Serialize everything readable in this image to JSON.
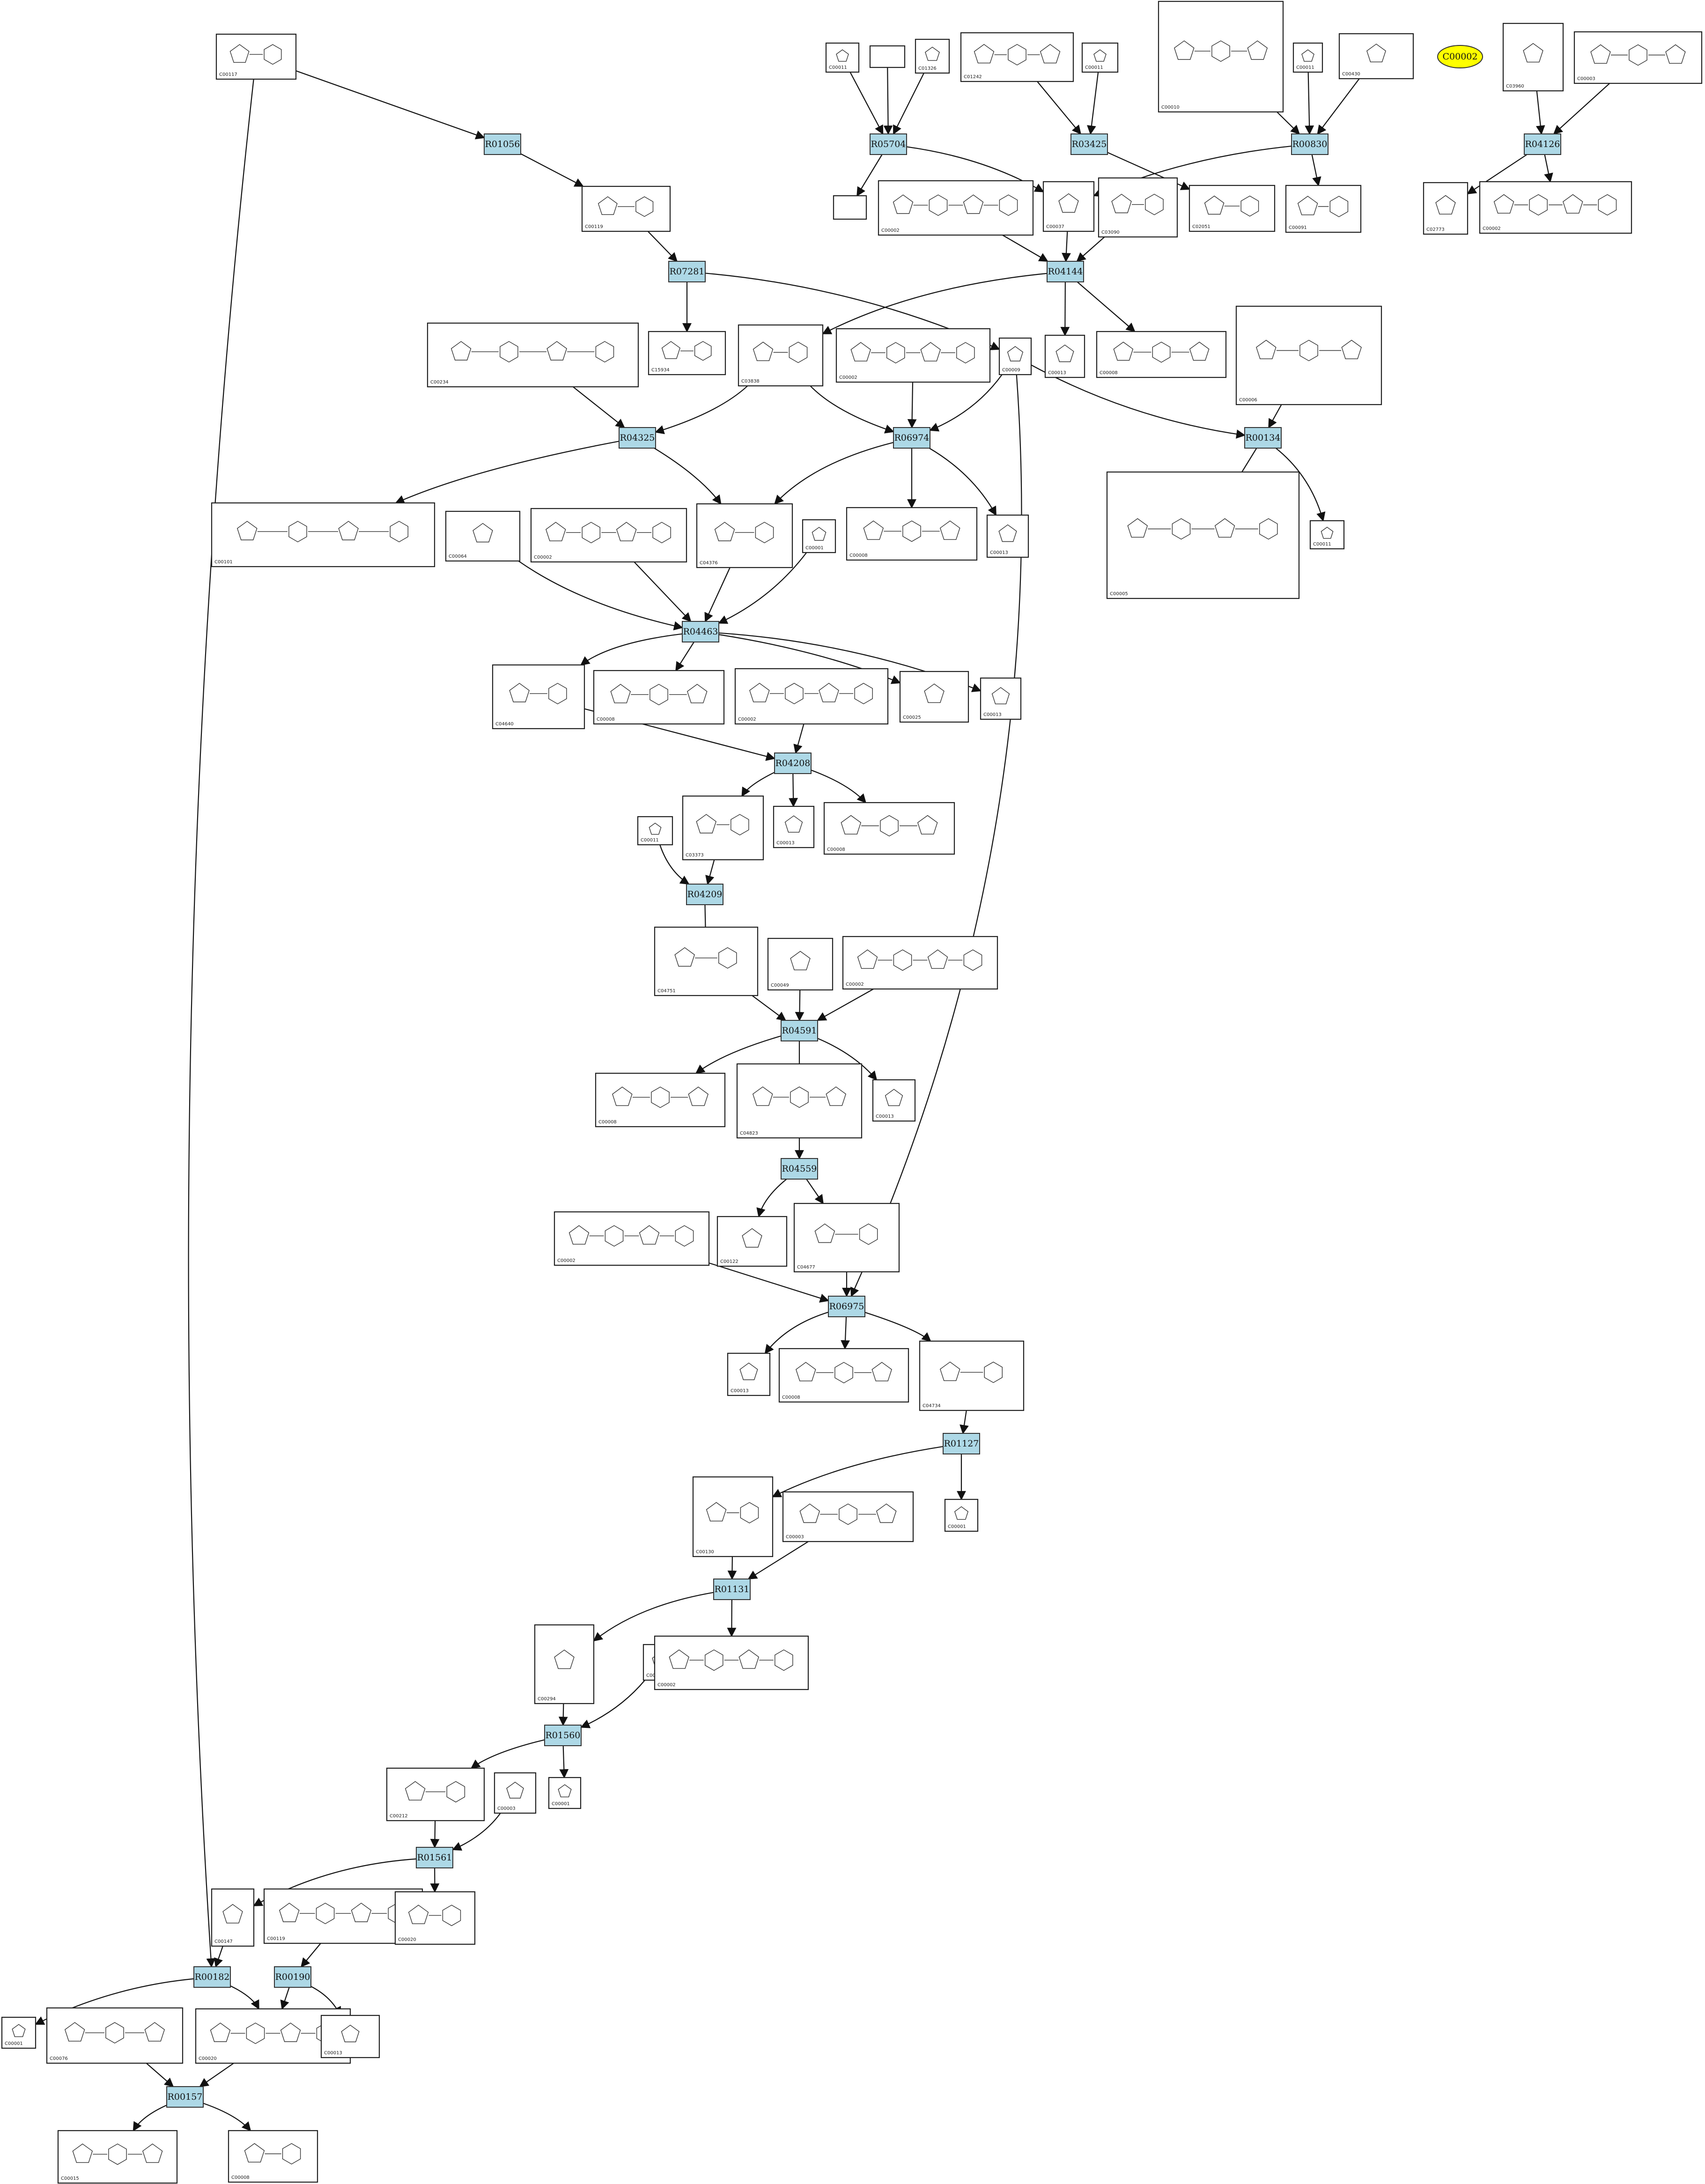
{
  "diagram": {
    "reactions": [
      {
        "key": "R01056",
        "label": "R01056"
      },
      {
        "key": "R05704",
        "label": "R05704"
      },
      {
        "key": "R03425",
        "label": "R03425"
      },
      {
        "key": "R00830",
        "label": "R00830"
      },
      {
        "key": "R04126",
        "label": "R04126"
      },
      {
        "key": "R07281",
        "label": "R07281"
      },
      {
        "key": "R04144",
        "label": "R04144"
      },
      {
        "key": "R04325",
        "label": "R04325"
      },
      {
        "key": "R06974",
        "label": "R06974"
      },
      {
        "key": "R00134",
        "label": "R00134"
      },
      {
        "key": "R04463",
        "label": "R04463"
      },
      {
        "key": "R04208",
        "label": "R04208"
      },
      {
        "key": "R04209",
        "label": "R04209"
      },
      {
        "key": "R04591",
        "label": "R04591"
      },
      {
        "key": "R04559",
        "label": "R04559"
      },
      {
        "key": "R06975",
        "label": "R06975"
      },
      {
        "key": "R01127",
        "label": "R01127"
      },
      {
        "key": "R01131",
        "label": "R01131"
      },
      {
        "key": "R01560",
        "label": "R01560"
      },
      {
        "key": "R01561",
        "label": "R01561"
      },
      {
        "key": "R00182",
        "label": "R00182"
      },
      {
        "key": "R00190",
        "label": "R00190"
      },
      {
        "key": "R00157",
        "label": "R00157"
      }
    ],
    "compounds": [
      {
        "key": "n_C00117",
        "id": "C00117",
        "icon": "ribose-phosphate-structure-icon"
      },
      {
        "key": "n_C00011a",
        "id": "C00011",
        "icon": "carbon-dioxide-structure-icon"
      },
      {
        "key": "n_blank1",
        "id": "",
        "icon": "blank-structure-icon"
      },
      {
        "key": "n_C01326",
        "id": "C01326",
        "icon": "hydrogen-cyanide-structure-icon"
      },
      {
        "key": "n_C01242",
        "id": "C01242",
        "icon": "lipoyl-protein-structure-icon"
      },
      {
        "key": "n_C00011b",
        "id": "C00011",
        "icon": "carbon-dioxide-structure-icon"
      },
      {
        "key": "n_C00010",
        "id": "C00010",
        "icon": "coenzyme-a-structure-icon"
      },
      {
        "key": "n_C00011c",
        "id": "C00011",
        "icon": "carbon-dioxide-structure-icon"
      },
      {
        "key": "n_C00430",
        "id": "C00430",
        "icon": "aminolevulinate-structure-icon"
      },
      {
        "key": "n_C03960",
        "id": "C03960",
        "icon": "glycerone-phosphate-structure-icon"
      },
      {
        "key": "n_C00003a",
        "id": "C00003",
        "icon": "nucleotide-structure-icon"
      },
      {
        "key": "n_blank2",
        "id": "",
        "icon": "blank-structure-icon"
      },
      {
        "key": "n_C00119",
        "id": "C00119",
        "icon": "ribose-phosphate-structure-icon"
      },
      {
        "key": "n_C00002a",
        "id": "C00002",
        "icon": "atp-structure-icon"
      },
      {
        "key": "n_C00037",
        "id": "C00037",
        "icon": "glycine-structure-icon"
      },
      {
        "key": "n_C03090",
        "id": "C03090",
        "icon": "aminoribose-structure-icon"
      },
      {
        "key": "n_C02051",
        "id": "C02051",
        "icon": "lipoyl-structure-icon"
      },
      {
        "key": "n_C00091",
        "id": "C00091",
        "icon": "succinyl-coa-structure-icon"
      },
      {
        "key": "n_C02773",
        "id": "C02773",
        "icon": "glycerol-structure-icon"
      },
      {
        "key": "n_C00002b",
        "id": "C00002",
        "icon": "atp-structure-icon"
      },
      {
        "key": "n_C00234",
        "id": "C00234",
        "icon": "formyl-thf-structure-icon"
      },
      {
        "key": "n_C15934",
        "id": "C15934",
        "icon": "phosphate-ester-structure-icon"
      },
      {
        "key": "n_C03838",
        "id": "C03838",
        "icon": "ribosylamine-structure-icon"
      },
      {
        "key": "n_C00002c",
        "id": "C00002",
        "icon": "atp-structure-icon"
      },
      {
        "key": "n_C00009",
        "id": "C00009",
        "icon": "formate-structure-icon"
      },
      {
        "key": "n_C00013a",
        "id": "C00013",
        "icon": "phosphate-structure-icon"
      },
      {
        "key": "n_C00008a",
        "id": "C00008",
        "icon": "nucleotide-structure-icon"
      },
      {
        "key": "n_C00006",
        "id": "C00006",
        "icon": "nadp-structure-icon"
      },
      {
        "key": "n_C00101",
        "id": "C00101",
        "icon": "thf-structure-icon"
      },
      {
        "key": "n_C00064",
        "id": "C00064",
        "icon": "glutamine-structure-icon"
      },
      {
        "key": "n_C00002d",
        "id": "C00002",
        "icon": "atp-structure-icon"
      },
      {
        "key": "n_C04376",
        "id": "C04376",
        "icon": "formylglycinamide-structure-icon"
      },
      {
        "key": "n_C00001a",
        "id": "C00001",
        "icon": "water-structure-icon"
      },
      {
        "key": "n_C00008b",
        "id": "C00008",
        "icon": "nucleotide-structure-icon"
      },
      {
        "key": "n_C00013b",
        "id": "C00013",
        "icon": "phosphate-structure-icon"
      },
      {
        "key": "n_C00005",
        "id": "C00005",
        "icon": "nadph-structure-icon"
      },
      {
        "key": "n_C00011d",
        "id": "C00011",
        "icon": "carbon-dioxide-structure-icon"
      },
      {
        "key": "n_C04640",
        "id": "C04640",
        "icon": "formylglycinamidine-structure-icon"
      },
      {
        "key": "n_C00008c",
        "id": "C00008",
        "icon": "nucleotide-structure-icon"
      },
      {
        "key": "n_C00002e",
        "id": "C00002",
        "icon": "atp-structure-icon"
      },
      {
        "key": "n_C00025",
        "id": "C00025",
        "icon": "glutamate-structure-icon"
      },
      {
        "key": "n_C00013c",
        "id": "C00013",
        "icon": "phosphate-structure-icon"
      },
      {
        "key": "n_C03373",
        "id": "C03373",
        "icon": "aminoimidazole-ribotide-structure-icon"
      },
      {
        "key": "n_C00013d",
        "id": "C00013",
        "icon": "phosphate-structure-icon"
      },
      {
        "key": "n_C00008d",
        "id": "C00008",
        "icon": "nucleotide-structure-icon"
      },
      {
        "key": "n_C00011e",
        "id": "C00011",
        "icon": "carbon-dioxide-structure-icon"
      },
      {
        "key": "n_C04751",
        "id": "C04751",
        "icon": "carboxyaminoimidazole-ribotide-structure-icon"
      },
      {
        "key": "n_C00049",
        "id": "C00049",
        "icon": "aspartate-structure-icon"
      },
      {
        "key": "n_C00002f",
        "id": "C00002",
        "icon": "atp-structure-icon"
      },
      {
        "key": "n_C00008e",
        "id": "C00008",
        "icon": "nucleotide-structure-icon"
      },
      {
        "key": "n_C04823",
        "id": "C04823",
        "icon": "saicar-structure-icon"
      },
      {
        "key": "n_C00013e",
        "id": "C00013",
        "icon": "phosphate-structure-icon"
      },
      {
        "key": "n_C00002g",
        "id": "C00002",
        "icon": "atp-structure-icon"
      },
      {
        "key": "n_C00122",
        "id": "C00122",
        "icon": "fumarate-structure-icon"
      },
      {
        "key": "n_C04677",
        "id": "C04677",
        "icon": "aicar-structure-icon"
      },
      {
        "key": "n_C00013f",
        "id": "C00013",
        "icon": "phosphate-structure-icon"
      },
      {
        "key": "n_C00008f",
        "id": "C00008",
        "icon": "nucleotide-structure-icon"
      },
      {
        "key": "n_C04734",
        "id": "C04734",
        "icon": "faicar-structure-icon"
      },
      {
        "key": "n_C00130",
        "id": "C00130",
        "icon": "imp-structure-icon"
      },
      {
        "key": "n_C00003b",
        "id": "C00003",
        "icon": "nucleotide-structure-icon"
      },
      {
        "key": "n_C00001b",
        "id": "C00001",
        "icon": "water-structure-icon"
      },
      {
        "key": "n_C00294",
        "id": "C00294",
        "icon": "inosine-structure-icon"
      },
      {
        "key": "n_C00014",
        "id": "C00014",
        "icon": "ammonia-structure-icon"
      },
      {
        "key": "n_C00002h",
        "id": "C00002",
        "icon": "atp-structure-icon"
      },
      {
        "key": "n_C00212",
        "id": "C00212",
        "icon": "adenosine-structure-icon"
      },
      {
        "key": "n_C00003c",
        "id": "C00003",
        "icon": "phosphate-structure-icon"
      },
      {
        "key": "n_C00001c",
        "id": "C00001",
        "icon": "water-structure-icon"
      },
      {
        "key": "n_C00147",
        "id": "C00147",
        "icon": "adenine-structure-icon"
      },
      {
        "key": "n_C00119b",
        "id": "C00119",
        "icon": "prpp-structure-icon"
      },
      {
        "key": "n_C00020a",
        "id": "C00020",
        "icon": "amp-structure-icon"
      },
      {
        "key": "n_C00001d",
        "id": "C00001",
        "icon": "water-structure-icon"
      },
      {
        "key": "n_C00076",
        "id": "C00076",
        "icon": "nucleotide-structure-icon"
      },
      {
        "key": "n_C00020b",
        "id": "C00020",
        "icon": "amp-structure-icon"
      },
      {
        "key": "n_C00013g",
        "id": "C00013",
        "icon": "diphosphate-structure-icon"
      },
      {
        "key": "n_C00015",
        "id": "C00015",
        "icon": "udp-structure-icon"
      },
      {
        "key": "n_C00008g",
        "id": "C00008",
        "icon": "nucleotide-structure-icon"
      }
    ],
    "highlighted": [
      {
        "key": "h_C00002",
        "label": "C00002",
        "color": "#ffff00"
      }
    ],
    "colors": {
      "reaction_fill": "#add8e6",
      "highlight_fill": "#ffff00",
      "line": "#111111"
    }
  }
}
